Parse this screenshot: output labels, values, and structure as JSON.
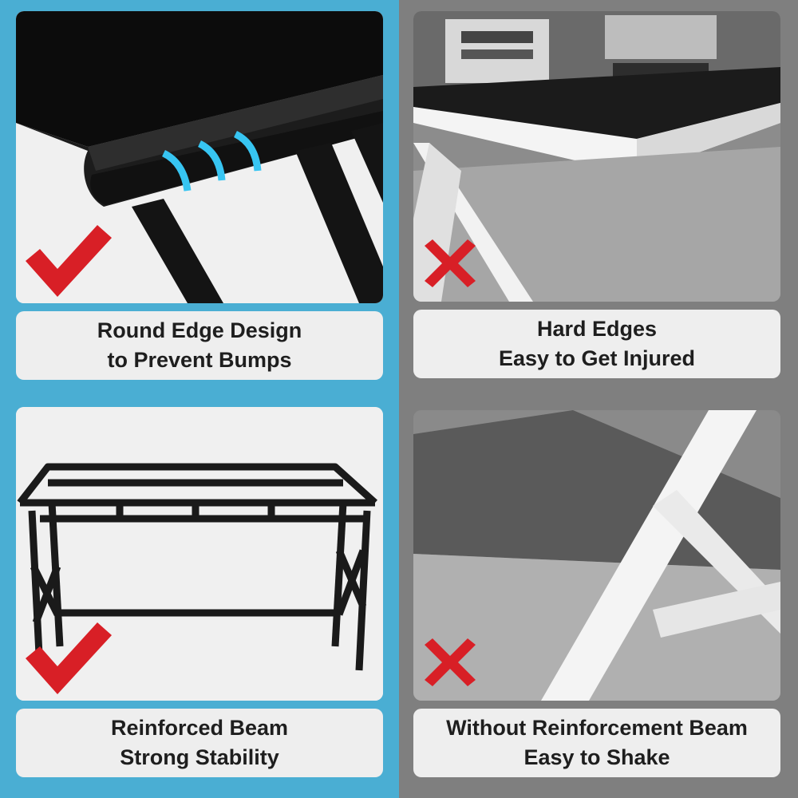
{
  "colors": {
    "left_background": "#4aaed3",
    "right_background": "#7f7f7f",
    "check_mark": "#d81f26",
    "cross_mark": "#d81f26",
    "accent_glow": "#37c5f2"
  },
  "cells": [
    {
      "verdict": "check",
      "caption": {
        "line1": "Round Edge Design",
        "line2": "to Prevent Bumps"
      }
    },
    {
      "verdict": "cross",
      "caption": {
        "line1": "Hard Edges",
        "line2": "Easy to Get Injured"
      }
    },
    {
      "verdict": "check",
      "caption": {
        "line1": "Reinforced Beam",
        "line2": "Strong Stability"
      }
    },
    {
      "verdict": "cross",
      "caption": {
        "line1": "Without Reinforcement Beam",
        "line2": "Easy to Shake"
      }
    }
  ],
  "icons": {
    "check": "check-mark-icon",
    "cross": "cross-mark-icon"
  }
}
